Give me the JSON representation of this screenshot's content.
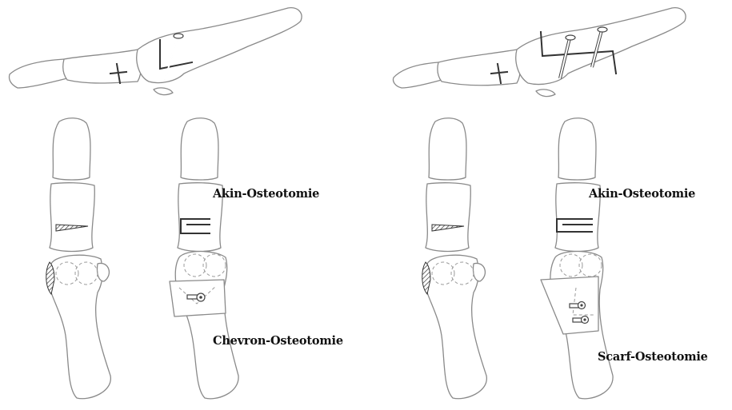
{
  "labels": {
    "akin_left": "Akin-Osteotomie",
    "chevron": "Chevron-Osteotomie",
    "akin_right": "Akin-Osteotomie",
    "scarf": "Scarf-Osteotomie"
  },
  "colors": {
    "bone_outline": "#8a8a8a",
    "cut_line": "#333333",
    "text": "#111111"
  }
}
